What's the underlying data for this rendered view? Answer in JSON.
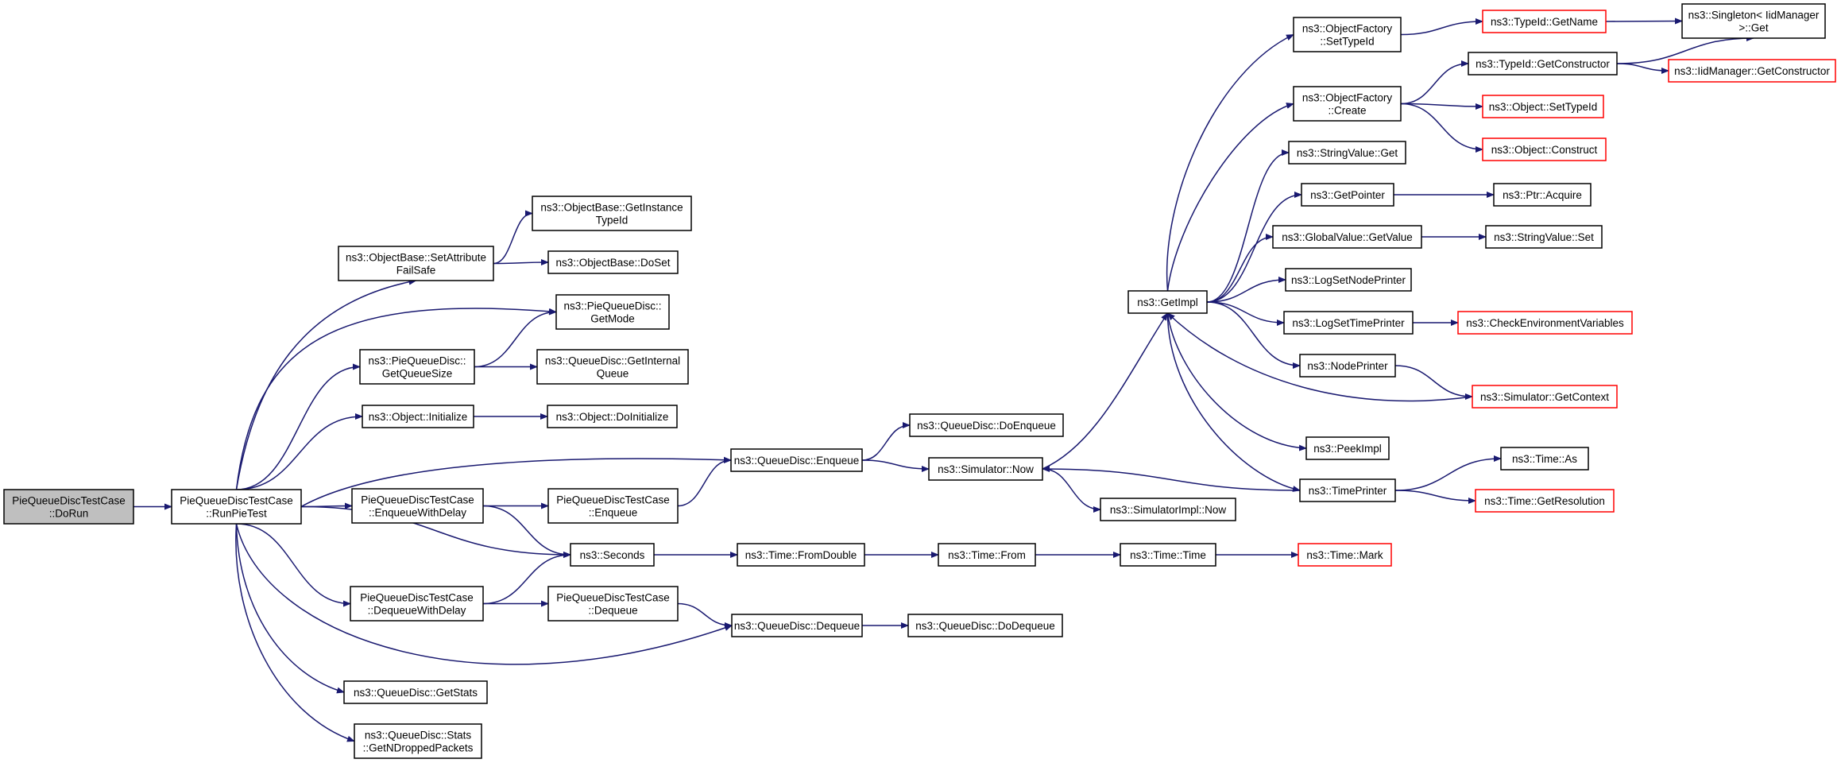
{
  "colors": {
    "edge": "#191970",
    "node_border": "#000000",
    "external_border": "#ff0000",
    "root_fill": "#bfbfbf",
    "node_fill": "#ffffff"
  },
  "nodes": {
    "dorun": {
      "lines": [
        "PieQueueDiscTestCase",
        "::DoRun"
      ],
      "kind": "root"
    },
    "runpietest": {
      "lines": [
        "PieQueueDiscTestCase",
        "::RunPieTest"
      ],
      "kind": "normal"
    },
    "setattrfailsafe": {
      "lines": [
        "ns3::ObjectBase::SetAttribute",
        "FailSafe"
      ],
      "kind": "normal"
    },
    "getinstancetypeid": {
      "lines": [
        "ns3::ObjectBase::GetInstance",
        "TypeId"
      ],
      "kind": "normal"
    },
    "doset": {
      "lines": [
        "ns3::ObjectBase::DoSet"
      ],
      "kind": "normal"
    },
    "getmode": {
      "lines": [
        "ns3::PieQueueDisc::",
        "GetMode"
      ],
      "kind": "normal"
    },
    "getqueuesize": {
      "lines": [
        "ns3::PieQueueDisc::",
        "GetQueueSize"
      ],
      "kind": "normal"
    },
    "getinternalqueue": {
      "lines": [
        "ns3::QueueDisc::GetInternal",
        "Queue"
      ],
      "kind": "normal"
    },
    "objinitialize": {
      "lines": [
        "ns3::Object::Initialize"
      ],
      "kind": "normal"
    },
    "objdoinitialize": {
      "lines": [
        "ns3::Object::DoInitialize"
      ],
      "kind": "normal"
    },
    "enqueuewithdelay": {
      "lines": [
        "PieQueueDiscTestCase",
        "::EnqueueWithDelay"
      ],
      "kind": "normal"
    },
    "pieenqueue": {
      "lines": [
        "PieQueueDiscTestCase",
        "::Enqueue"
      ],
      "kind": "normal"
    },
    "qdenqueue": {
      "lines": [
        "ns3::QueueDisc::Enqueue"
      ],
      "kind": "normal"
    },
    "qddoenqueue": {
      "lines": [
        "ns3::QueueDisc::DoEnqueue"
      ],
      "kind": "normal"
    },
    "simnow": {
      "lines": [
        "ns3::Simulator::Now"
      ],
      "kind": "normal"
    },
    "simimplnow": {
      "lines": [
        "ns3::SimulatorImpl::Now"
      ],
      "kind": "normal"
    },
    "seconds": {
      "lines": [
        "ns3::Seconds"
      ],
      "kind": "normal"
    },
    "fromdouble": {
      "lines": [
        "ns3::Time::FromDouble"
      ],
      "kind": "normal"
    },
    "timefrom": {
      "lines": [
        "ns3::Time::From"
      ],
      "kind": "normal"
    },
    "timetime": {
      "lines": [
        "ns3::Time::Time"
      ],
      "kind": "normal"
    },
    "timemark": {
      "lines": [
        "ns3::Time::Mark"
      ],
      "kind": "external"
    },
    "dequeuewithdelay": {
      "lines": [
        "PieQueueDiscTestCase",
        "::DequeueWithDelay"
      ],
      "kind": "normal"
    },
    "piedequeue": {
      "lines": [
        "PieQueueDiscTestCase",
        "::Dequeue"
      ],
      "kind": "normal"
    },
    "qddequeue": {
      "lines": [
        "ns3::QueueDisc::Dequeue"
      ],
      "kind": "normal"
    },
    "qddodequeue": {
      "lines": [
        "ns3::QueueDisc::DoDequeue"
      ],
      "kind": "normal"
    },
    "getstats": {
      "lines": [
        "ns3::QueueDisc::GetStats"
      ],
      "kind": "normal"
    },
    "getndropped": {
      "lines": [
        "ns3::QueueDisc::Stats",
        "::GetNDroppedPackets"
      ],
      "kind": "normal"
    },
    "getimpl": {
      "lines": [
        "ns3::GetImpl"
      ],
      "kind": "normal"
    },
    "ofsettypeid": {
      "lines": [
        "ns3::ObjectFactory",
        "::SetTypeId"
      ],
      "kind": "normal"
    },
    "ofcreate": {
      "lines": [
        "ns3::ObjectFactory",
        "::Create"
      ],
      "kind": "normal"
    },
    "stringvalueget": {
      "lines": [
        "ns3::StringValue::Get"
      ],
      "kind": "normal"
    },
    "getpointer": {
      "lines": [
        "ns3::GetPointer"
      ],
      "kind": "normal"
    },
    "globalvalueget": {
      "lines": [
        "ns3::GlobalValue::GetValue"
      ],
      "kind": "normal"
    },
    "logsetnodeprinter": {
      "lines": [
        "ns3::LogSetNodePrinter"
      ],
      "kind": "normal"
    },
    "logsettimeprinter": {
      "lines": [
        "ns3::LogSetTimePrinter"
      ],
      "kind": "normal"
    },
    "nodeprinter": {
      "lines": [
        "ns3::NodePrinter"
      ],
      "kind": "normal"
    },
    "peekimpl": {
      "lines": [
        "ns3::PeekImpl"
      ],
      "kind": "normal"
    },
    "timeprinter": {
      "lines": [
        "ns3::TimePrinter"
      ],
      "kind": "normal"
    },
    "typeidgetname": {
      "lines": [
        "ns3::TypeId::GetName"
      ],
      "kind": "external"
    },
    "singletonget": {
      "lines": [
        "ns3::Singleton< IidManager",
        " >::Get"
      ],
      "kind": "normal"
    },
    "typeidgetconstructor": {
      "lines": [
        "ns3::TypeId::GetConstructor"
      ],
      "kind": "normal"
    },
    "iidmanagergetconstructor": {
      "lines": [
        "ns3::IidManager::GetConstructor"
      ],
      "kind": "external"
    },
    "objectsettypeid": {
      "lines": [
        "ns3::Object::SetTypeId"
      ],
      "kind": "external"
    },
    "objectconstruct": {
      "lines": [
        "ns3::Object::Construct"
      ],
      "kind": "external"
    },
    "ptracquire": {
      "lines": [
        "ns3::Ptr::Acquire"
      ],
      "kind": "normal"
    },
    "stringvalueset": {
      "lines": [
        "ns3::StringValue::Set"
      ],
      "kind": "normal"
    },
    "checkenv": {
      "lines": [
        "ns3::CheckEnvironmentVariables"
      ],
      "kind": "external"
    },
    "simgetcontext": {
      "lines": [
        "ns3::Simulator::GetContext"
      ],
      "kind": "external"
    },
    "timeas": {
      "lines": [
        "ns3::Time::As"
      ],
      "kind": "normal"
    },
    "timegetresolution": {
      "lines": [
        "ns3::Time::GetResolution"
      ],
      "kind": "external"
    }
  },
  "edges": [
    [
      "dorun",
      "runpietest"
    ],
    [
      "runpietest",
      "setattrfailsafe"
    ],
    [
      "runpietest",
      "getmode"
    ],
    [
      "runpietest",
      "getqueuesize"
    ],
    [
      "runpietest",
      "objinitialize"
    ],
    [
      "runpietest",
      "qdenqueue"
    ],
    [
      "runpietest",
      "enqueuewithdelay"
    ],
    [
      "runpietest",
      "seconds"
    ],
    [
      "runpietest",
      "dequeuewithdelay"
    ],
    [
      "runpietest",
      "qddequeue"
    ],
    [
      "runpietest",
      "getstats"
    ],
    [
      "runpietest",
      "getndropped"
    ],
    [
      "setattrfailsafe",
      "getinstancetypeid"
    ],
    [
      "setattrfailsafe",
      "doset"
    ],
    [
      "getqueuesize",
      "getmode"
    ],
    [
      "getqueuesize",
      "getinternalqueue"
    ],
    [
      "objinitialize",
      "objdoinitialize"
    ],
    [
      "enqueuewithdelay",
      "pieenqueue"
    ],
    [
      "enqueuewithdelay",
      "seconds"
    ],
    [
      "dequeuewithdelay",
      "seconds"
    ],
    [
      "dequeuewithdelay",
      "piedequeue"
    ],
    [
      "pieenqueue",
      "qdenqueue"
    ],
    [
      "piedequeue",
      "qddequeue"
    ],
    [
      "qdenqueue",
      "qddoenqueue"
    ],
    [
      "qdenqueue",
      "simnow"
    ],
    [
      "qddequeue",
      "qddodequeue"
    ],
    [
      "seconds",
      "fromdouble"
    ],
    [
      "fromdouble",
      "timefrom"
    ],
    [
      "timefrom",
      "timetime"
    ],
    [
      "timetime",
      "timemark"
    ],
    [
      "simnow",
      "getimpl"
    ],
    [
      "simnow",
      "simimplnow"
    ],
    [
      "getimpl",
      "ofsettypeid"
    ],
    [
      "getimpl",
      "ofcreate"
    ],
    [
      "getimpl",
      "stringvalueget"
    ],
    [
      "getimpl",
      "getpointer"
    ],
    [
      "getimpl",
      "globalvalueget"
    ],
    [
      "getimpl",
      "logsetnodeprinter"
    ],
    [
      "getimpl",
      "logsettimeprinter"
    ],
    [
      "getimpl",
      "nodeprinter"
    ],
    [
      "getimpl",
      "peekimpl"
    ],
    [
      "getimpl",
      "timeprinter"
    ],
    [
      "ofsettypeid",
      "typeidgetname"
    ],
    [
      "typeidgetname",
      "singletonget"
    ],
    [
      "ofcreate",
      "typeidgetconstructor"
    ],
    [
      "ofcreate",
      "objectsettypeid"
    ],
    [
      "ofcreate",
      "objectconstruct"
    ],
    [
      "typeidgetconstructor",
      "singletonget"
    ],
    [
      "typeidgetconstructor",
      "iidmanagergetconstructor"
    ],
    [
      "getpointer",
      "ptracquire"
    ],
    [
      "globalvalueget",
      "stringvalueset"
    ],
    [
      "logsettimeprinter",
      "checkenv"
    ],
    [
      "nodeprinter",
      "simgetcontext"
    ],
    [
      "simgetcontext",
      "getimpl"
    ],
    [
      "timeprinter",
      "timeas"
    ],
    [
      "timeprinter",
      "timegetresolution"
    ],
    [
      "timeprinter",
      "simnow"
    ]
  ]
}
